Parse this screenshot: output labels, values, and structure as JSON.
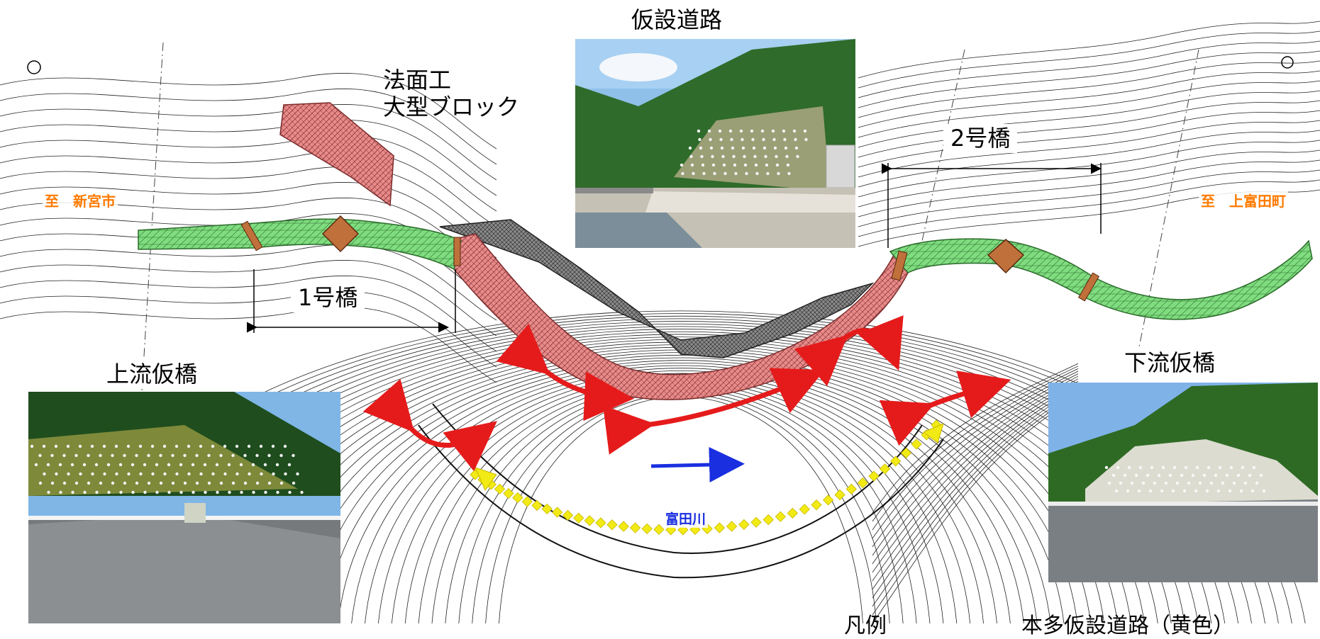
{
  "labels": {
    "temp_road": "仮設道路",
    "slope_work_line1": "法面工",
    "slope_work_line2": "大型ブロック",
    "bridge1": "1号橋",
    "bridge2": "2号橋",
    "upstream_temp_bridge": "上流仮橋",
    "downstream_temp_bridge": "下流仮橋",
    "to_shingu": "至　新宮市",
    "to_kamitonda": "至　上富田町",
    "river": "富田川",
    "legend_title": "凡例",
    "legend_item": "本多仮設道路（黄色）"
  },
  "colors": {
    "road_green": "#7fdc7f",
    "road_red": "#e88a8a",
    "block_gray": "#7a7a7a",
    "arrow_red": "#e51b1b",
    "dots_yellow": "#f2ea14",
    "river_blue": "#1a2fe0",
    "dest_orange": "#ff7a00",
    "bridge_pier_brown": "#c0703a"
  },
  "icons": [
    "north-marker-icon",
    "bridge-pier-icon",
    "flow-arrow-icon"
  ]
}
